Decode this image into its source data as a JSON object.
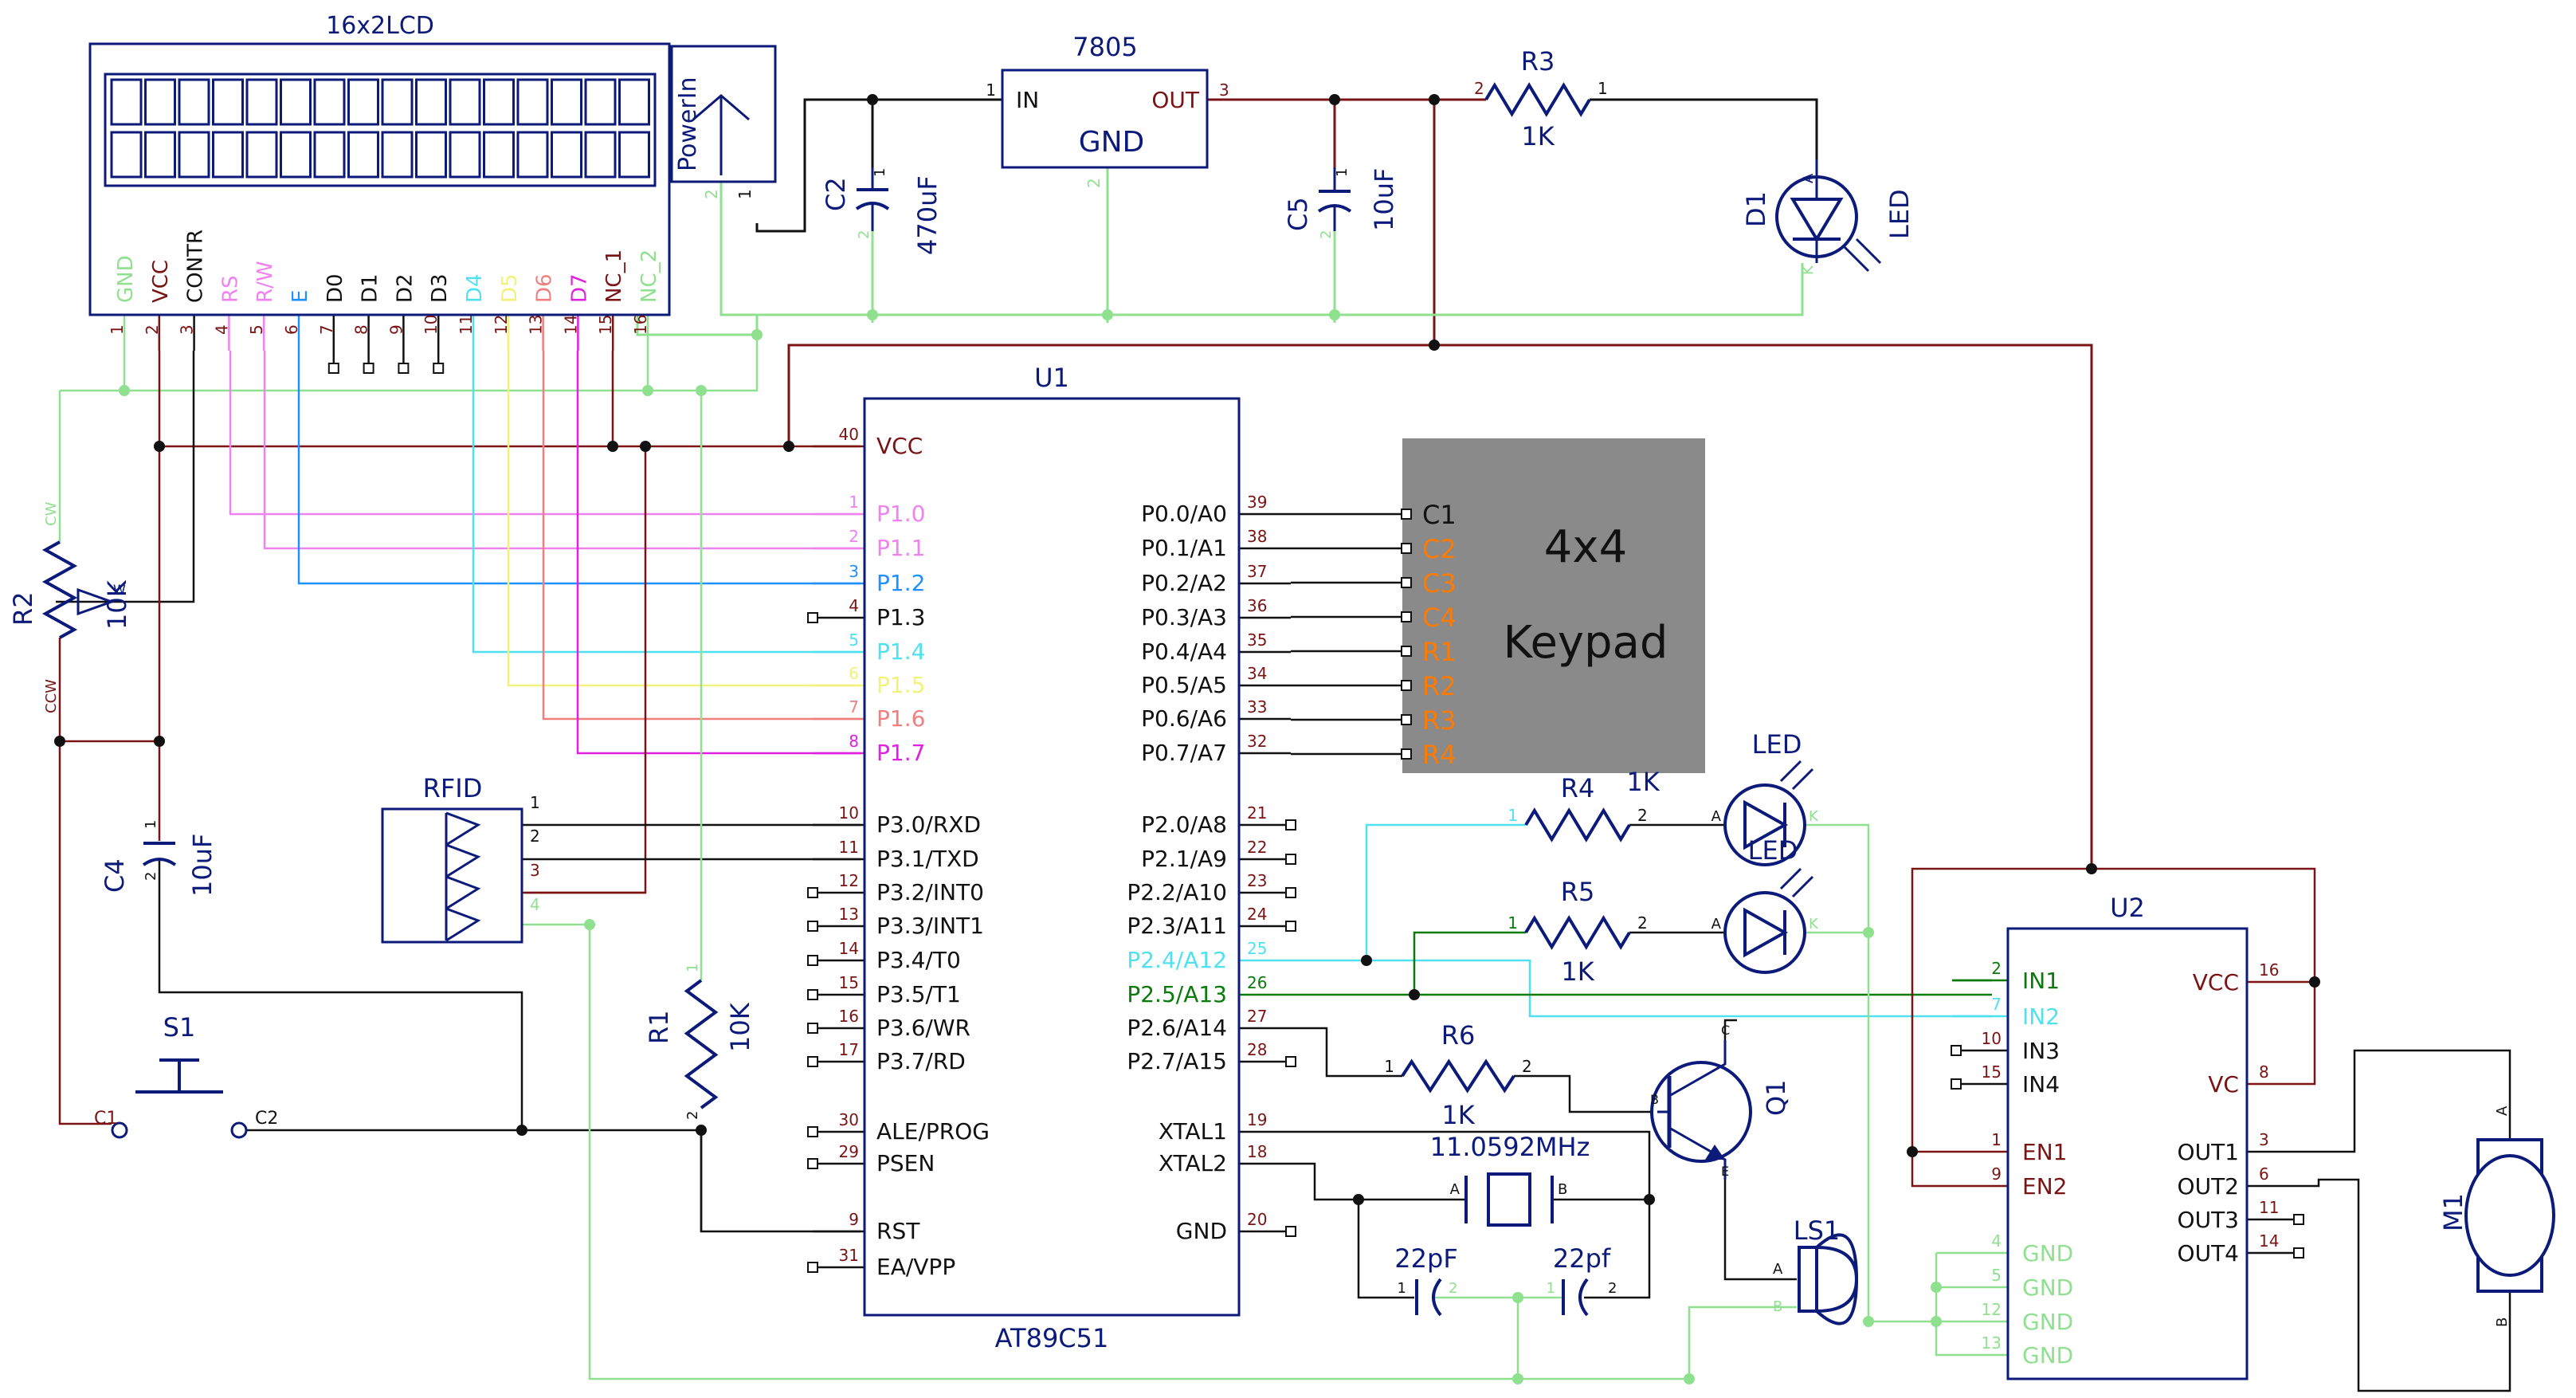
{
  "colors": {
    "navy": "#0c1a7a",
    "vcc": "#7a1414",
    "gnd": "#8fe08f",
    "pin": "#7a1414",
    "black": "#111111",
    "keypad_fill": "#8a8a8a",
    "orange": "#ff7a00",
    "pink": "#ee82ee",
    "blue": "#1e90ff",
    "cyan": "#4fe1f0",
    "yellow": "#f2f27a",
    "salmon": "#f08080",
    "magenta": "#e020e0",
    "green": "#0a7a0a"
  },
  "lcd": {
    "title": "16x2LCD",
    "pins": [
      {
        "label": "GND",
        "num": "1"
      },
      {
        "label": "VCC",
        "num": "2"
      },
      {
        "label": "CONTR",
        "num": "3"
      },
      {
        "label": "RS",
        "num": "4"
      },
      {
        "label": "R/W",
        "num": "5"
      },
      {
        "label": "E",
        "num": "6"
      },
      {
        "label": "D0",
        "num": "7"
      },
      {
        "label": "D1",
        "num": "8"
      },
      {
        "label": "D2",
        "num": "9"
      },
      {
        "label": "D3",
        "num": "10"
      },
      {
        "label": "D4",
        "num": "11"
      },
      {
        "label": "D5",
        "num": "12"
      },
      {
        "label": "D6",
        "num": "13"
      },
      {
        "label": "D7",
        "num": "14"
      },
      {
        "label": "NC_1",
        "num": "15"
      },
      {
        "label": "NC_2",
        "num": "16"
      }
    ]
  },
  "power_in": {
    "label": "PowerIn",
    "pin1": "1",
    "pin2": "2"
  },
  "regulator": {
    "name": "7805",
    "in": "IN",
    "out": "OUT",
    "gnd": "GND",
    "pin_in": "1",
    "pin_out": "3",
    "pin_gnd": "2"
  },
  "c2": {
    "name": "C2",
    "value": "470uF",
    "p1": "1",
    "p2": "2"
  },
  "c5": {
    "name": "C5",
    "value": "10uF",
    "p1": "1",
    "p2": "2"
  },
  "r3": {
    "name": "R3",
    "value": "1K",
    "p1": "1",
    "p2": "2"
  },
  "d1": {
    "name": "D1",
    "value": "LED",
    "a": "A",
    "k": "K"
  },
  "r2": {
    "name": "R2",
    "value": "10K",
    "cw": "CW",
    "ccw": "CCW",
    "w": "W"
  },
  "c4": {
    "name": "C4",
    "value": "10uF",
    "p1": "1",
    "p2": "2"
  },
  "s1": {
    "name": "S1",
    "c1": "C1",
    "c2": "C2"
  },
  "rfid": {
    "name": "RFID",
    "pins": [
      "1",
      "2",
      "3",
      "4"
    ]
  },
  "r1": {
    "name": "R1",
    "value": "10K",
    "p1": "1",
    "p2": "2"
  },
  "u1": {
    "name": "U1",
    "part": "AT89C51",
    "left_pins": [
      {
        "num": "40",
        "label": "VCC",
        "color": "vcc"
      },
      {
        "num": "1",
        "label": "P1.0",
        "color": "pink"
      },
      {
        "num": "2",
        "label": "P1.1",
        "color": "pink"
      },
      {
        "num": "3",
        "label": "P1.2",
        "color": "blue"
      },
      {
        "num": "4",
        "label": "P1.3",
        "color": "black"
      },
      {
        "num": "5",
        "label": "P1.4",
        "color": "cyan"
      },
      {
        "num": "6",
        "label": "P1.5",
        "color": "yellow"
      },
      {
        "num": "7",
        "label": "P1.6",
        "color": "salmon"
      },
      {
        "num": "8",
        "label": "P1.7",
        "color": "magenta"
      },
      {
        "num": "10",
        "label": "P3.0/RXD",
        "color": "black"
      },
      {
        "num": "11",
        "label": "P3.1/TXD",
        "color": "black"
      },
      {
        "num": "12",
        "label": "P3.2/INT0",
        "color": "black"
      },
      {
        "num": "13",
        "label": "P3.3/INT1",
        "color": "black"
      },
      {
        "num": "14",
        "label": "P3.4/T0",
        "color": "black"
      },
      {
        "num": "15",
        "label": "P3.5/T1",
        "color": "black"
      },
      {
        "num": "16",
        "label": "P3.6/WR",
        "color": "black"
      },
      {
        "num": "17",
        "label": "P3.7/RD",
        "color": "black"
      },
      {
        "num": "30",
        "label": "ALE/PROG",
        "color": "black"
      },
      {
        "num": "29",
        "label": "PSEN",
        "color": "black"
      },
      {
        "num": "9",
        "label": "RST",
        "color": "black"
      },
      {
        "num": "31",
        "label": "EA/VPP",
        "color": "black"
      }
    ],
    "right_pins": [
      {
        "num": "39",
        "label": "P0.0/A0",
        "color": "black"
      },
      {
        "num": "38",
        "label": "P0.1/A1",
        "color": "black"
      },
      {
        "num": "37",
        "label": "P0.2/A2",
        "color": "black"
      },
      {
        "num": "36",
        "label": "P0.3/A3",
        "color": "black"
      },
      {
        "num": "35",
        "label": "P0.4/A4",
        "color": "black"
      },
      {
        "num": "34",
        "label": "P0.5/A5",
        "color": "black"
      },
      {
        "num": "33",
        "label": "P0.6/A6",
        "color": "black"
      },
      {
        "num": "32",
        "label": "P0.7/A7",
        "color": "black"
      },
      {
        "num": "21",
        "label": "P2.0/A8",
        "color": "black"
      },
      {
        "num": "22",
        "label": "P2.1/A9",
        "color": "black"
      },
      {
        "num": "23",
        "label": "P2.2/A10",
        "color": "black"
      },
      {
        "num": "24",
        "label": "P2.3/A11",
        "color": "black"
      },
      {
        "num": "25",
        "label": "P2.4/A12",
        "color": "cyan"
      },
      {
        "num": "26",
        "label": "P2.5/A13",
        "color": "green"
      },
      {
        "num": "27",
        "label": "P2.6/A14",
        "color": "black"
      },
      {
        "num": "28",
        "label": "P2.7/A15",
        "color": "black"
      },
      {
        "num": "19",
        "label": "XTAL1",
        "color": "black"
      },
      {
        "num": "18",
        "label": "XTAL2",
        "color": "black"
      },
      {
        "num": "20",
        "label": "GND",
        "color": "black"
      }
    ]
  },
  "keypad": {
    "title1": "4x4",
    "title2": "Keypad",
    "pins": [
      {
        "label": "C1",
        "color": "black"
      },
      {
        "label": "C2",
        "color": "orange"
      },
      {
        "label": "C3",
        "color": "orange"
      },
      {
        "label": "C4",
        "color": "orange"
      },
      {
        "label": "R1",
        "color": "orange"
      },
      {
        "label": "R2",
        "color": "orange"
      },
      {
        "label": "R3",
        "color": "orange"
      },
      {
        "label": "R4",
        "color": "orange"
      }
    ]
  },
  "r4": {
    "name": "R4",
    "value": "1K",
    "p1": "1",
    "p2": "2"
  },
  "r5": {
    "name": "R5",
    "value": "1K",
    "p1": "1",
    "p2": "2"
  },
  "r6": {
    "name": "R6",
    "value": "1K",
    "p1": "1",
    "p2": "2"
  },
  "led_top": {
    "name": "LED",
    "value": "LED",
    "a": "A",
    "k": "K"
  },
  "led_bottom": {
    "a": "A",
    "k": "K"
  },
  "q1": {
    "name": "Q1",
    "c": "C",
    "b": "B",
    "e": "E"
  },
  "crystal": {
    "value": "11.0592MHz",
    "a": "A",
    "b": "B"
  },
  "c_left": {
    "value": "22pF",
    "p1": "1",
    "p2": "2"
  },
  "c_right": {
    "value": "22pf",
    "p1": "1",
    "p2": "2"
  },
  "ls1": {
    "name": "LS1",
    "a": "A",
    "b": "B"
  },
  "u2": {
    "name": "U2",
    "left_pins": [
      {
        "num": "2",
        "label": "IN1",
        "color": "green"
      },
      {
        "num": "7",
        "label": "IN2",
        "color": "cyan"
      },
      {
        "num": "10",
        "label": "IN3",
        "color": "black"
      },
      {
        "num": "15",
        "label": "IN4",
        "color": "black"
      },
      {
        "num": "1",
        "label": "EN1",
        "color": "vcc"
      },
      {
        "num": "9",
        "label": "EN2",
        "color": "vcc"
      },
      {
        "num": "4",
        "label": "GND",
        "color": "gnd"
      },
      {
        "num": "5",
        "label": "GND",
        "color": "gnd"
      },
      {
        "num": "12",
        "label": "GND",
        "color": "gnd"
      },
      {
        "num": "13",
        "label": "GND",
        "color": "gnd"
      }
    ],
    "right_pins": [
      {
        "num": "16",
        "label": "VCC",
        "color": "vcc"
      },
      {
        "num": "8",
        "label": "VC",
        "color": "vcc"
      },
      {
        "num": "3",
        "label": "OUT1",
        "color": "black"
      },
      {
        "num": "6",
        "label": "OUT2",
        "color": "black"
      },
      {
        "num": "11",
        "label": "OUT3",
        "color": "black"
      },
      {
        "num": "14",
        "label": "OUT4",
        "color": "black"
      }
    ]
  },
  "m1": {
    "name": "M1",
    "a": "A",
    "b": "B"
  }
}
